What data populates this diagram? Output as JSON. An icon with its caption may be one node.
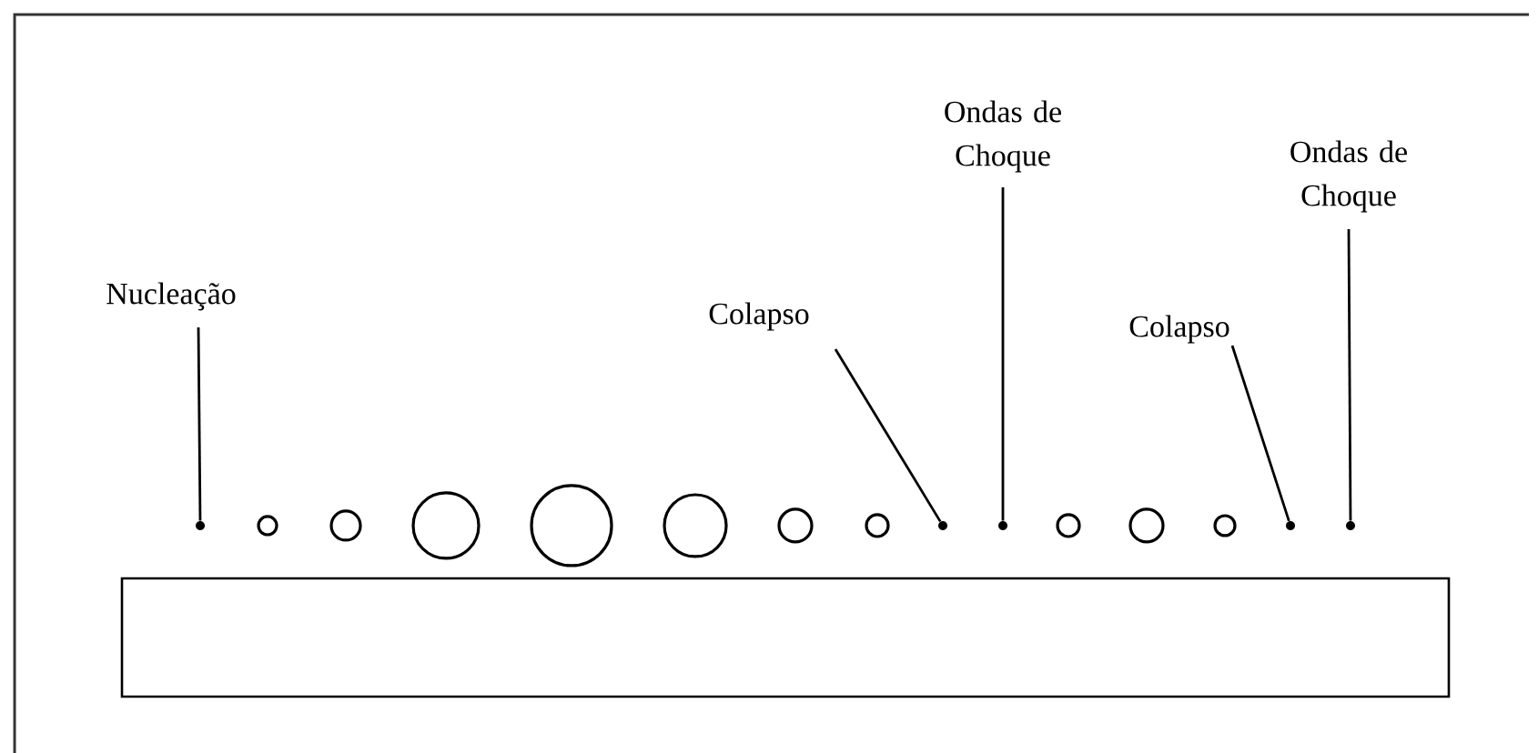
{
  "diagram": {
    "nodes": [
      {
        "text": [
          "Nucleação"
        ]
      },
      {
        "text": [
          "Colapso"
        ]
      },
      {
        "text": [
          "Ondas de Choque"
        ]
      },
      {
        "text": [
          "Colapso"
        ]
      },
      {
        "text": [
          "Ondas de Choque"
        ]
      },
      {
        "text": [],
        "shape": "circle"
      },
      {
        "text": [],
        "shape": "circle"
      },
      {
        "text": [],
        "shape": "circle"
      },
      {
        "text": [],
        "shape": "circle"
      },
      {
        "text": [],
        "shape": "circle"
      },
      {
        "text": [],
        "shape": "circle"
      },
      {
        "text": [],
        "shape": "circle"
      },
      {
        "text": [],
        "shape": "circle"
      },
      {
        "text": [],
        "shape": "circle"
      },
      {
        "text": [],
        "shape": "circle"
      },
      {
        "text": [],
        "shape": "circle"
      },
      {
        "text": [],
        "shape": "circle"
      },
      {
        "text": [],
        "shape": "circle"
      },
      {
        "text": [],
        "shape": "circle"
      },
      {
        "text": [],
        "shape": "circle"
      }
    ],
    "edges": [
      {
        "from": 0,
        "to": 5,
        "arrow": "none"
      },
      {
        "from": 1,
        "to": 13,
        "arrow": "none"
      },
      {
        "from": 2,
        "to": 14,
        "arrow": "none"
      },
      {
        "from": 3,
        "to": 18,
        "arrow": "none"
      },
      {
        "from": 4,
        "to": 19,
        "arrow": "none"
      }
    ]
  }
}
